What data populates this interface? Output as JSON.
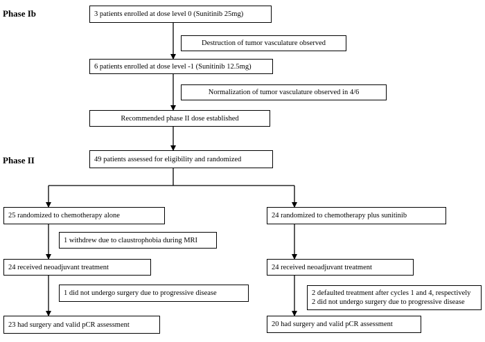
{
  "phases": {
    "ib": "Phase Ib",
    "ii": "Phase II"
  },
  "boxes": {
    "b1": "3 patients enrolled at dose level 0 (Sunitinib 25mg)",
    "n1": "Destruction of tumor vasculature observed",
    "b2": "6 patients enrolled at dose level -1 (Sunitinib 12.5mg)",
    "n2": "Normalization of tumor vasculature observed in 4/6",
    "b3": "Recommended phase II dose established",
    "b4": "49 patients assessed for eligibility and randomized",
    "l1": "25 randomized to chemotherapy alone",
    "ln1": "1 withdrew due to claustrophobia during MRI",
    "l2": "24 received neoadjuvant treatment",
    "ln2": "1 did not undergo surgery due to progressive disease",
    "l3": "23 had surgery and valid pCR assessment",
    "r1": "24 randomized to chemotherapy plus sunitinib",
    "r2": "24 received neoadjuvant treatment",
    "rn2a": "2 defaulted treatment after cycles 1 and 4, respectively",
    "rn2b": "2 did not undergo surgery due to progressive disease",
    "r3": "20 had surgery and valid pCR assessment"
  }
}
